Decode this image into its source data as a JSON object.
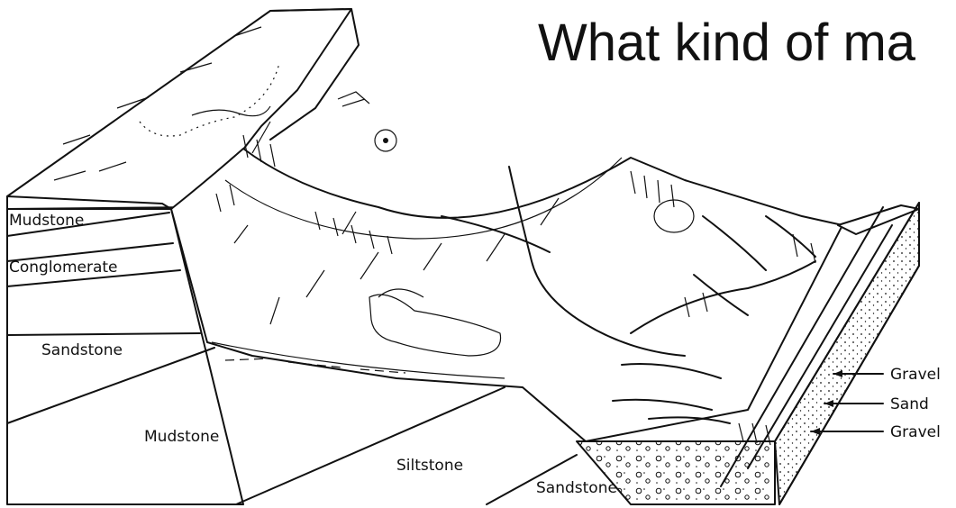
{
  "title": "What kind of ma",
  "labels": {
    "mudstone_top": "Mudstone",
    "conglomerate": "Conglomerate",
    "sandstone_left": "Sandstone",
    "mudstone_bottom": "Mudstone",
    "siltstone": "Siltstone",
    "sandstone_bottom": "Sandstone",
    "gravel_upper": "Gravel",
    "sand": "Sand",
    "gravel_lower": "Gravel"
  },
  "colors": {
    "ink": "#111111",
    "background": "#ffffff"
  }
}
